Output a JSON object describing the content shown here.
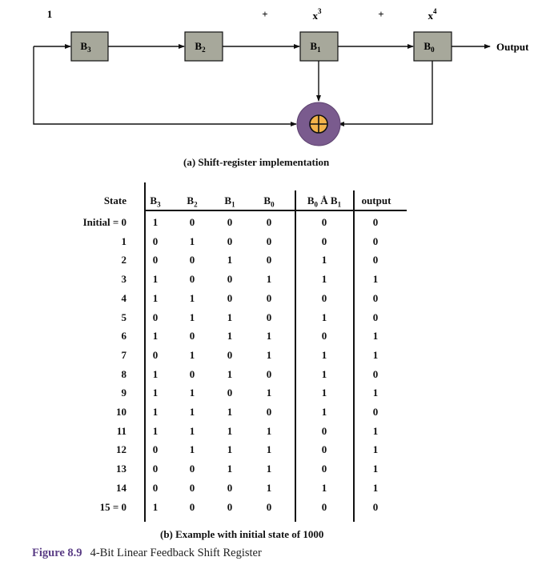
{
  "diagram": {
    "poly_terms": [
      "1",
      "+",
      "x",
      "3",
      "+",
      "x",
      "4"
    ],
    "registers": [
      {
        "name": "B",
        "sub": "3"
      },
      {
        "name": "B",
        "sub": "2"
      },
      {
        "name": "B",
        "sub": "1"
      },
      {
        "name": "B",
        "sub": "0"
      }
    ],
    "output_label": "Output",
    "xor_symbol": "+",
    "colors": {
      "register_fill": "#a7a89b",
      "xor_ring": "#7a5b8e",
      "xor_center": "#f2b34a"
    },
    "caption": "(a) Shift-register implementation"
  },
  "table": {
    "headers": {
      "state": "State",
      "cols": [
        {
          "name": "B",
          "sub": "3"
        },
        {
          "name": "B",
          "sub": "2"
        },
        {
          "name": "B",
          "sub": "1"
        },
        {
          "name": "B",
          "sub": "0"
        }
      ],
      "xor_text": "B",
      "xor_sub0": "0",
      "xor_mid": " Å B",
      "xor_sub1": "1",
      "output": "output"
    },
    "rows": [
      {
        "state": "Initial = 0",
        "b3": "1",
        "b2": "0",
        "b1": "0",
        "b0": "0",
        "xor": "0",
        "out": "0"
      },
      {
        "state": "1",
        "b3": "0",
        "b2": "1",
        "b1": "0",
        "b0": "0",
        "xor": "0",
        "out": "0"
      },
      {
        "state": "2",
        "b3": "0",
        "b2": "0",
        "b1": "1",
        "b0": "0",
        "xor": "1",
        "out": "0"
      },
      {
        "state": "3",
        "b3": "1",
        "b2": "0",
        "b1": "0",
        "b0": "1",
        "xor": "1",
        "out": "1"
      },
      {
        "state": "4",
        "b3": "1",
        "b2": "1",
        "b1": "0",
        "b0": "0",
        "xor": "0",
        "out": "0"
      },
      {
        "state": "5",
        "b3": "0",
        "b2": "1",
        "b1": "1",
        "b0": "0",
        "xor": "1",
        "out": "0"
      },
      {
        "state": "6",
        "b3": "1",
        "b2": "0",
        "b1": "1",
        "b0": "1",
        "xor": "0",
        "out": "1"
      },
      {
        "state": "7",
        "b3": "0",
        "b2": "1",
        "b1": "0",
        "b0": "1",
        "xor": "1",
        "out": "1"
      },
      {
        "state": "8",
        "b3": "1",
        "b2": "0",
        "b1": "1",
        "b0": "0",
        "xor": "1",
        "out": "0"
      },
      {
        "state": "9",
        "b3": "1",
        "b2": "1",
        "b1": "0",
        "b0": "1",
        "xor": "1",
        "out": "1"
      },
      {
        "state": "10",
        "b3": "1",
        "b2": "1",
        "b1": "1",
        "b0": "0",
        "xor": "1",
        "out": "0"
      },
      {
        "state": "11",
        "b3": "1",
        "b2": "1",
        "b1": "1",
        "b0": "1",
        "xor": "0",
        "out": "1"
      },
      {
        "state": "12",
        "b3": "0",
        "b2": "1",
        "b1": "1",
        "b0": "1",
        "xor": "0",
        "out": "1"
      },
      {
        "state": "13",
        "b3": "0",
        "b2": "0",
        "b1": "1",
        "b0": "1",
        "xor": "0",
        "out": "1"
      },
      {
        "state": "14",
        "b3": "0",
        "b2": "0",
        "b1": "0",
        "b0": "1",
        "xor": "1",
        "out": "1"
      },
      {
        "state": "15 = 0",
        "b3": "1",
        "b2": "0",
        "b1": "0",
        "b0": "0",
        "xor": "0",
        "out": "0"
      }
    ],
    "caption": "(b) Example with initial state of 1000"
  },
  "figure": {
    "number": "Figure 8.9",
    "title": "4-Bit Linear Feedback Shift Register"
  }
}
